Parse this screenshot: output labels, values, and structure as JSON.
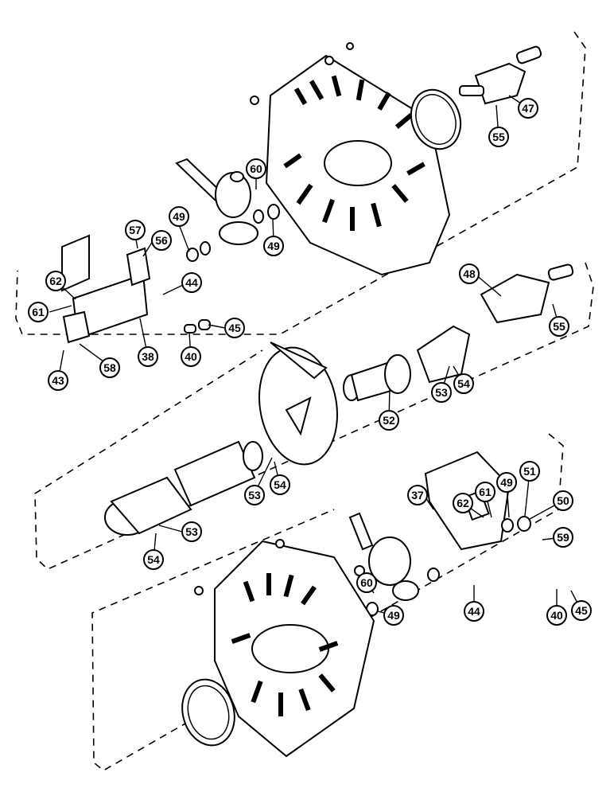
{
  "callouts": [
    {
      "id": "c47",
      "label": "47"
    },
    {
      "id": "c55a",
      "label": "55"
    },
    {
      "id": "c60a",
      "label": "60"
    },
    {
      "id": "c49a",
      "label": "49"
    },
    {
      "id": "c49b",
      "label": "49"
    },
    {
      "id": "c57",
      "label": "57"
    },
    {
      "id": "c56",
      "label": "56"
    },
    {
      "id": "c62a",
      "label": "62"
    },
    {
      "id": "c61a",
      "label": "61"
    },
    {
      "id": "c44a",
      "label": "44"
    },
    {
      "id": "c43",
      "label": "43"
    },
    {
      "id": "c58",
      "label": "58"
    },
    {
      "id": "c38",
      "label": "38"
    },
    {
      "id": "c40a",
      "label": "40"
    },
    {
      "id": "c45a",
      "label": "45"
    },
    {
      "id": "c48",
      "label": "48"
    },
    {
      "id": "c55b",
      "label": "55"
    },
    {
      "id": "c53a",
      "label": "53"
    },
    {
      "id": "c54a",
      "label": "54"
    },
    {
      "id": "c52",
      "label": "52"
    },
    {
      "id": "c53b",
      "label": "53"
    },
    {
      "id": "c54b",
      "label": "54"
    },
    {
      "id": "c53c",
      "label": "53"
    },
    {
      "id": "c54c",
      "label": "54"
    },
    {
      "id": "c37",
      "label": "37"
    },
    {
      "id": "c62b",
      "label": "62"
    },
    {
      "id": "c61b",
      "label": "61"
    },
    {
      "id": "c49c",
      "label": "49"
    },
    {
      "id": "c51",
      "label": "51"
    },
    {
      "id": "c50",
      "label": "50"
    },
    {
      "id": "c59",
      "label": "59"
    },
    {
      "id": "c60b",
      "label": "60"
    },
    {
      "id": "c44b",
      "label": "44"
    },
    {
      "id": "c49d",
      "label": "49"
    },
    {
      "id": "c40b",
      "label": "40"
    },
    {
      "id": "c45b",
      "label": "45"
    }
  ]
}
